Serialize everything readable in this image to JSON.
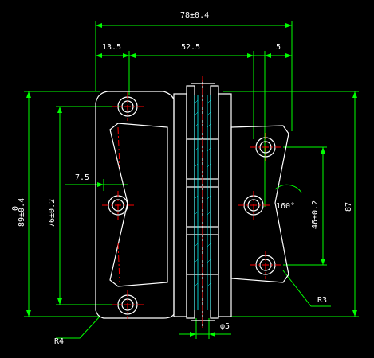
{
  "drawing": {
    "dimensions": {
      "overall_width": "78±0.4",
      "left_width": "13.5",
      "middle_width": "52.5",
      "right_width": "5",
      "offset_7_5": "7.5",
      "overall_height_left": "89±0.4",
      "hole_spacing_left": "76±0.2",
      "hole_spacing_right": "46±0.2",
      "height_right": "87",
      "angle": "160°",
      "corner_radius_small": "R3",
      "corner_radius_large": "R4",
      "pin_diameter": "φ5",
      "extra_mark": "0"
    },
    "colors": {
      "outline": "#ffffff",
      "dimension": "#00ff00",
      "center": "#ff0000",
      "hatch": "#00ffff",
      "background": "#000000"
    }
  }
}
